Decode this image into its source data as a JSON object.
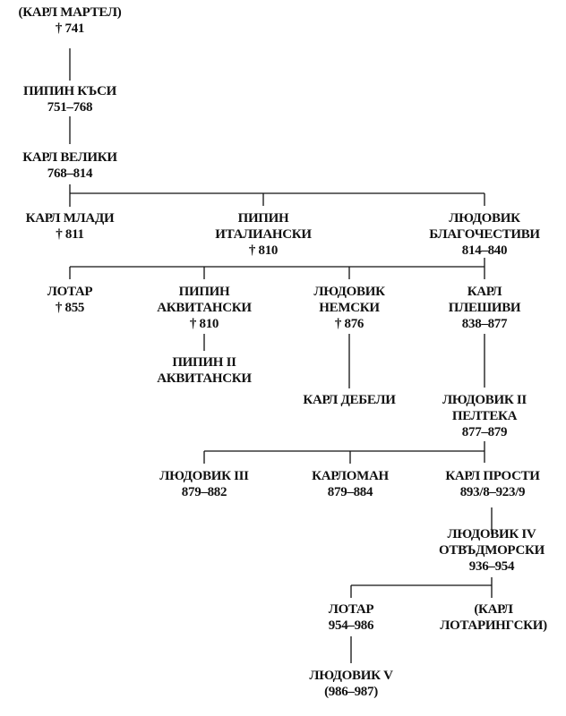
{
  "nodes": {
    "karl_martel": {
      "name": "(КАРЛ МАРТЕЛ)",
      "info": "† 741"
    },
    "pipin_kasi": {
      "name": "ПИПИН КЪСИ",
      "info": "751–768"
    },
    "karl_veliki": {
      "name": "КАРЛ ВЕЛИКИ",
      "info": "768–814"
    },
    "karl_mladi": {
      "name": "КАРЛ МЛАДИ",
      "info": "† 811"
    },
    "pipin_italianski": {
      "name1": "ПИПИН",
      "name2": "ИТАЛИАНСКИ",
      "info": "† 810"
    },
    "ljudovik_blagochestivi": {
      "name1": "ЛЮДОВИК",
      "name2": "БЛАГОЧЕСТИВИ",
      "info": "814–840"
    },
    "lotar": {
      "name": "ЛОТАР",
      "info": "† 855"
    },
    "pipin_akvitanski": {
      "name1": "ПИПИН",
      "name2": "АКВИТАНСКИ",
      "info": "† 810"
    },
    "ljudovik_nemski": {
      "name1": "ЛЮДОВИК",
      "name2": "НЕМСКИ",
      "info": "† 876"
    },
    "karl_pleshivi": {
      "name1": "КАРЛ",
      "name2": "ПЛЕШИВИ",
      "info": "838–877"
    },
    "pipin_ii": {
      "name1": "ПИПИН II",
      "name2": "АКВИТАНСКИ"
    },
    "karl_debeli": {
      "name": "КАРЛ ДЕБЕЛИ"
    },
    "ljudovik_ii": {
      "name1": "ЛЮДОВИК II",
      "name2": "ПЕЛТЕКА",
      "info": "877–879"
    },
    "ljudovik_iii": {
      "name": "ЛЮДОВИК III",
      "info": "879–882"
    },
    "karloman": {
      "name": "КАРЛОМАН",
      "info": "879–884"
    },
    "karl_prosti": {
      "name": "КАРЛ ПРОСТИ",
      "info": "893/8–923/9"
    },
    "ljudovik_iv": {
      "name1": "ЛЮДОВИК IV",
      "name2": "ОТВЪДМОРСКИ",
      "info": "936–954"
    },
    "lotar_2": {
      "name": "ЛОТАР",
      "info": "954–986"
    },
    "karl_lotaringski": {
      "name1": "(КАРЛ",
      "name2": "ЛОТАРИНГСКИ)"
    },
    "ljudovik_v": {
      "name": "ЛЮДОВИК V",
      "info": "(986–987)"
    }
  }
}
